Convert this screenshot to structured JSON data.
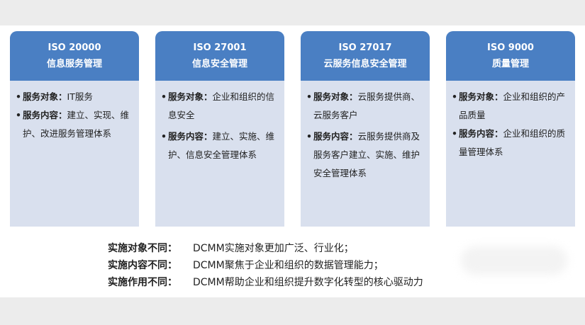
{
  "cards": [
    {
      "title_line1": "ISO 20000",
      "title_line2": "信息服务管理",
      "bullets": [
        {
          "label": "服务对象：",
          "text": "IT服务"
        },
        {
          "label": "服务内容：",
          "text": "建立、实现、维护、改进服务管理体系"
        }
      ]
    },
    {
      "title_line1": "ISO 27001",
      "title_line2": "信息安全管理",
      "bullets": [
        {
          "label": "服务对象：",
          "text": "企业和组织的信息安全"
        },
        {
          "label": "服务内容：",
          "text": "建立、实施、维护、信息安全管理体系"
        }
      ]
    },
    {
      "title_line1": "ISO 27017",
      "title_line2": "云服务信息安全管理",
      "bullets": [
        {
          "label": "服务对象：",
          "text": "云服务提供商、云服务客户"
        },
        {
          "label": "服务内容：",
          "text": "云服务提供商及服务客户建立、实施、维护安全管理体系"
        }
      ]
    },
    {
      "title_line1": "ISO 9000",
      "title_line2": "质量管理",
      "bullets": [
        {
          "label": "服务对象：",
          "text": "企业和组织的产品质量"
        },
        {
          "label": "服务内容：",
          "text": "企业和组织的质量管理体系"
        }
      ]
    }
  ],
  "summary": [
    {
      "label": "实施对象不同：",
      "text": "DCMM实施对象更加广泛、行业化；"
    },
    {
      "label": "实施内容不同：",
      "text": "DCMM聚焦于企业和组织的数据管理能力；"
    },
    {
      "label": "实施作用不同：",
      "text": "DCMM帮助企业和组织提升数字化转型的核心驱动力"
    }
  ],
  "colors": {
    "header": "#4a7fc3",
    "card_body": "#d9e0ee"
  }
}
